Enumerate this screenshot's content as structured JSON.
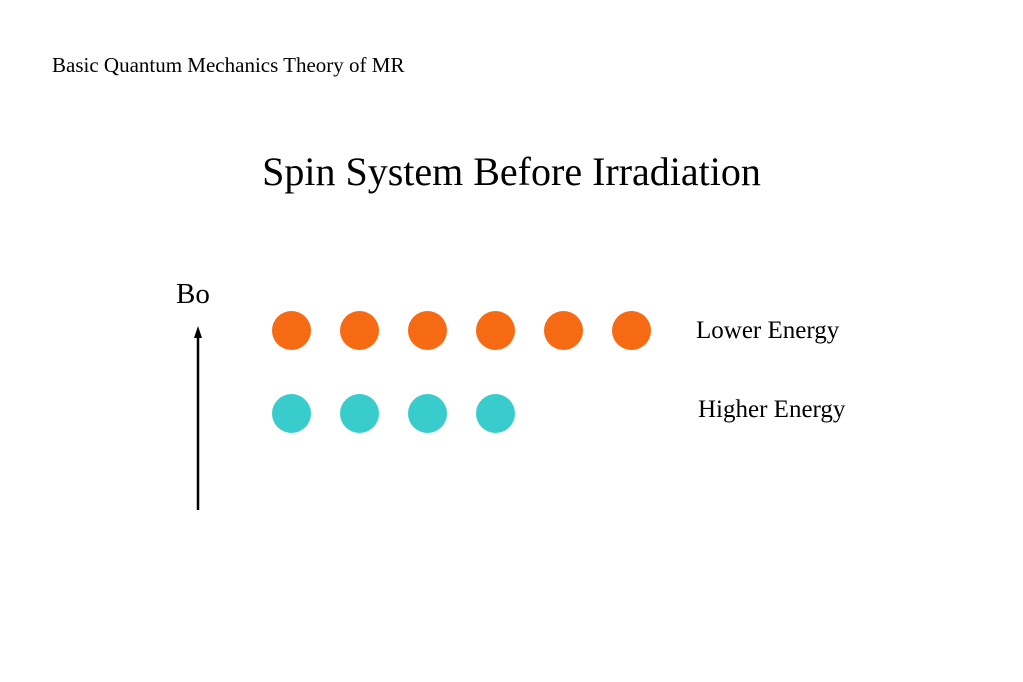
{
  "header": {
    "text": "Basic Quantum Mechanics Theory of MR"
  },
  "title": "Spin System Before Irradiation",
  "field": {
    "label": "Bo"
  },
  "levels": {
    "lower": {
      "label": "Lower Energy",
      "count": 6,
      "color": "#f56a13"
    },
    "higher": {
      "label": "Higher Energy",
      "count": 4,
      "color": "#38cccc"
    }
  }
}
